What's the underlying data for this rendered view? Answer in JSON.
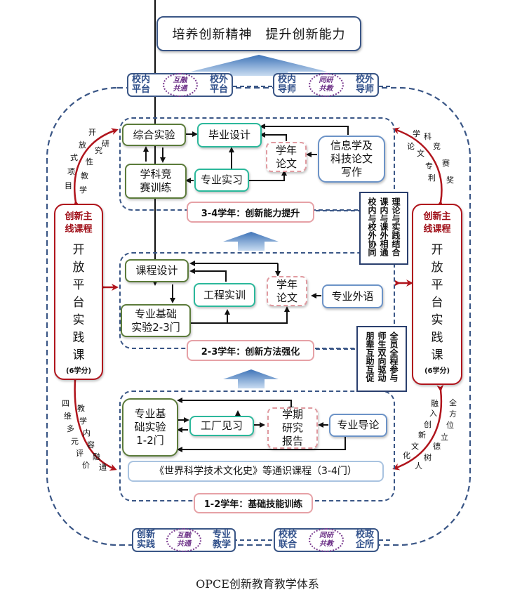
{
  "goal": "培养创新精神　提升创新能力",
  "top_tags": [
    {
      "left": "校内\n平台",
      "oval": [
        "互融",
        "共通"
      ],
      "right": "校外\n平台"
    },
    {
      "left": "校内\n导师",
      "oval": [
        "同研",
        "共教"
      ],
      "right": "校外\n导师"
    }
  ],
  "bottom_tags": [
    {
      "left": "创新\n实践",
      "oval": [
        "互融",
        "共通"
      ],
      "right": "专业\n教学"
    },
    {
      "left": "校校\n联合",
      "oval": [
        "同研",
        "共教"
      ],
      "right": "校政\n企所"
    }
  ],
  "stage3": {
    "label": "3-4学年：创新能力提升",
    "nodes": {
      "comprehensive_exp": "综合实验",
      "graduation_design": "毕业设计",
      "competition": "学科竞\n赛训练",
      "internship": "专业实习",
      "annual_paper": "学年\n论文",
      "info_writing": "信息学及\n科技论文\n写作"
    }
  },
  "stage2": {
    "label": "2-3学年：创新方法强化",
    "nodes": {
      "course_design": "课程设计",
      "engineering_training": "工程实训",
      "annual_paper": "学年\n论文",
      "foreign_language": "专业外语",
      "basic_exp": "专业基础\n实验2-3门"
    }
  },
  "stage1": {
    "label": "1-2学年：基础技能训练",
    "nodes": {
      "basic_exp": "专业基\n础实验\n1-2门",
      "factory_visit": "工厂见习",
      "semester_report": "学期\n研究\n报告",
      "intro": "专业导论"
    },
    "general_courses": "《世界科学技术文化史》等通识课程（3-4门）"
  },
  "main_course": {
    "header": "创新主\n线课程",
    "title_chars": [
      "开",
      "放",
      "平",
      "台",
      "实",
      "践",
      "课"
    ],
    "credits": "(6学分)"
  },
  "side_boxes": {
    "upper": [
      "理论与实践结合",
      "课内与课外相通",
      "校内与校外协同"
    ],
    "lower": [
      "全员全程参与",
      "师生双向驱动",
      "朋辈互助互促"
    ]
  },
  "arc_labels": {
    "top_left_outer": [
      "目",
      "项",
      "式",
      "放",
      "开"
    ],
    "top_left_inner": [
      "学",
      "教",
      "性",
      "究",
      "研"
    ],
    "top_right_inner": [
      "论",
      "文",
      "专",
      "利"
    ],
    "top_right_outer": [
      "学",
      "科",
      "竞",
      "赛",
      "奖"
    ],
    "bottom_left_outer": [
      "四",
      "维",
      "多",
      "元",
      "评",
      "价"
    ],
    "bottom_left_inner": [
      "教",
      "学",
      "内",
      "容",
      "融",
      "通"
    ],
    "bottom_right_inner": [
      "化",
      "文",
      "新",
      "创",
      "入",
      "融"
    ],
    "bottom_right_outer": [
      "人",
      "树",
      "德",
      "立",
      "位",
      "方",
      "全"
    ]
  },
  "colors": {
    "frame_blue": "#3a5686",
    "accent_red": "#b0141c",
    "green_border": "#5b7b3a",
    "teal_border": "#2bb89b",
    "pink_dashed": "#e09aa0",
    "oval_purple": "#7a3a8f"
  },
  "caption": "OPCE创新教育教学体系"
}
